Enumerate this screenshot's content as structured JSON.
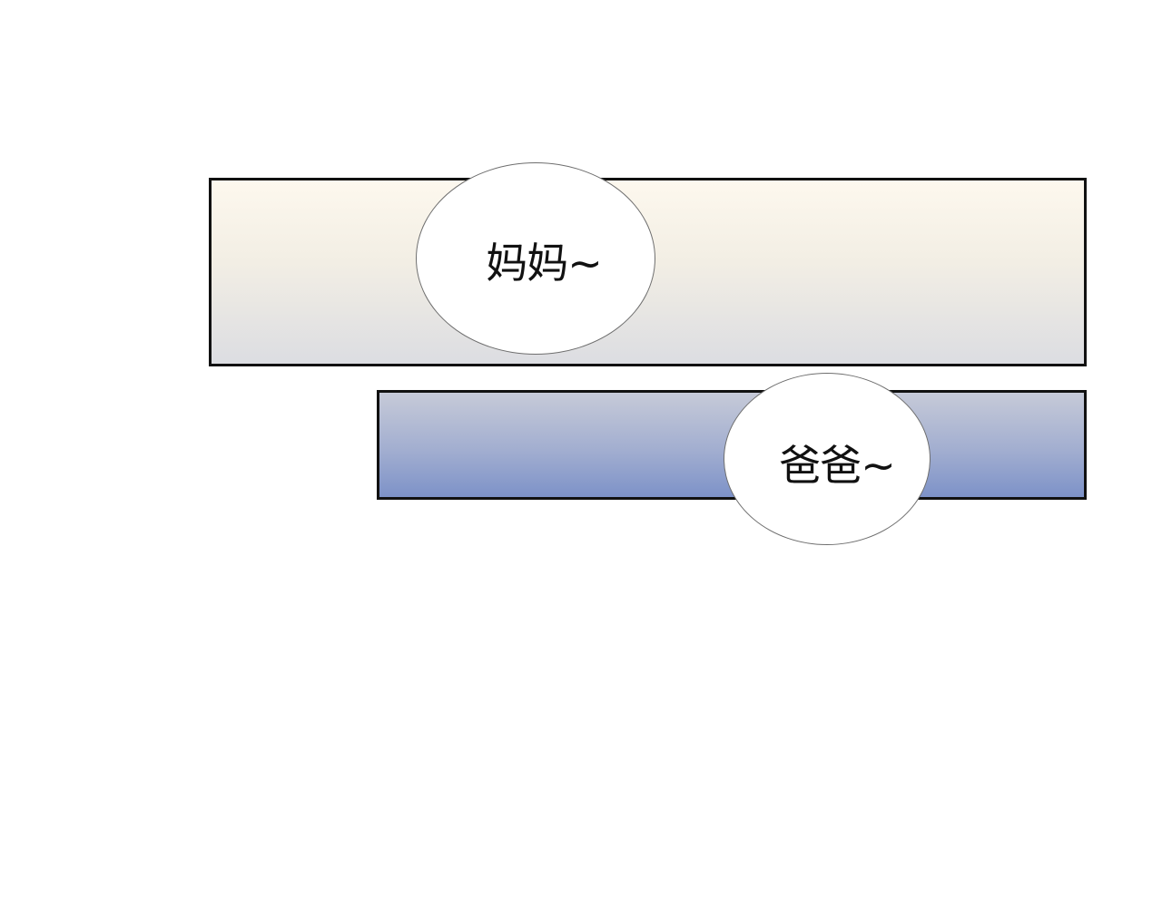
{
  "panels": [
    {
      "name": "top-panel",
      "gradient_colors": [
        "#fdf8ee",
        "#f2eee4",
        "#dcdde2"
      ]
    },
    {
      "name": "bottom-panel",
      "gradient_colors": [
        "#c6cad8",
        "#a2aed0",
        "#7d92c8"
      ]
    }
  ],
  "bubbles": {
    "top": {
      "text": "妈妈~"
    },
    "bottom": {
      "text": "爸爸~"
    }
  },
  "colors": {
    "panel_border": "#111111",
    "bubble_fill": "#ffffff",
    "bubble_border": "#6e6e6e",
    "text": "#111111",
    "background": "#ffffff"
  }
}
